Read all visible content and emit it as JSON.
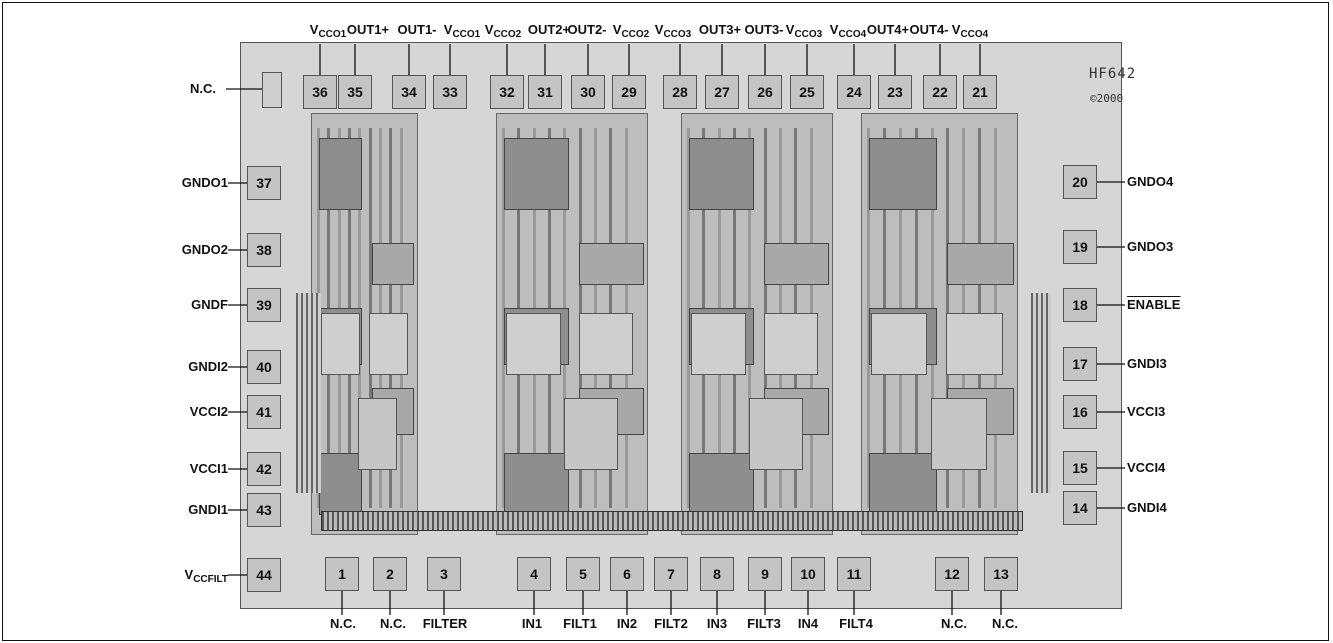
{
  "top_labels": [
    {
      "main": "V",
      "sub": "CCO1",
      "suffix": ""
    },
    {
      "main": "OUT1+",
      "sub": "",
      "suffix": ""
    },
    {
      "main": "OUT1-",
      "sub": "",
      "suffix": ""
    },
    {
      "main": "V",
      "sub": "CCO1",
      "suffix": ""
    },
    {
      "main": "V",
      "sub": "CCO2",
      "suffix": ""
    },
    {
      "main": "OUT2+",
      "sub": "",
      "suffix": ""
    },
    {
      "main": "OUT2-",
      "sub": "",
      "suffix": ""
    },
    {
      "main": "V",
      "sub": "CCO2",
      "suffix": ""
    },
    {
      "main": "V",
      "sub": "CCO3",
      "suffix": ""
    },
    {
      "main": "OUT3+",
      "sub": "",
      "suffix": ""
    },
    {
      "main": "OUT3-",
      "sub": "",
      "suffix": ""
    },
    {
      "main": "V",
      "sub": "CCO3",
      "suffix": ""
    },
    {
      "main": "V",
      "sub": "CCO4",
      "suffix": ""
    },
    {
      "main": "OUT4+",
      "sub": "",
      "suffix": ""
    },
    {
      "main": "OUT4-",
      "sub": "",
      "suffix": ""
    },
    {
      "main": "V",
      "sub": "CCO4",
      "suffix": ""
    }
  ],
  "top_pads": [
    "36",
    "35",
    "34",
    "33",
    "32",
    "31",
    "30",
    "29",
    "28",
    "27",
    "26",
    "25",
    "24",
    "23",
    "22",
    "21"
  ],
  "left_pads": [
    {
      "num": "37",
      "label": "GNDO1"
    },
    {
      "num": "38",
      "label": "GNDO2"
    },
    {
      "num": "39",
      "label": "GNDF"
    },
    {
      "num": "40",
      "label": "GNDI2"
    },
    {
      "num": "41",
      "label": "VCCI2"
    },
    {
      "num": "42",
      "label": "VCCI1"
    },
    {
      "num": "43",
      "label": "GNDI1"
    },
    {
      "num": "44",
      "label": "V",
      "sub": "CCFILT"
    }
  ],
  "nc_top_left": "N.C.",
  "right_pads": [
    {
      "num": "20",
      "label": "GNDO4"
    },
    {
      "num": "19",
      "label": "GNDO3"
    },
    {
      "num": "18",
      "label": "ENABLE",
      "overline": true
    },
    {
      "num": "17",
      "label": "GNDI3"
    },
    {
      "num": "16",
      "label": "VCCI3"
    },
    {
      "num": "15",
      "label": "VCCI4"
    },
    {
      "num": "14",
      "label": "GNDI4"
    }
  ],
  "bottom_pads": [
    {
      "num": "1",
      "label": "N.C."
    },
    {
      "num": "2",
      "label": "N.C."
    },
    {
      "num": "3",
      "label": "FILTER"
    },
    {
      "num": "4",
      "label": "IN1"
    },
    {
      "num": "5",
      "label": "FILT1"
    },
    {
      "num": "6",
      "label": "IN2"
    },
    {
      "num": "7",
      "label": "FILT2"
    },
    {
      "num": "8",
      "label": "IN3"
    },
    {
      "num": "9",
      "label": "FILT3"
    },
    {
      "num": "10",
      "label": "IN4"
    },
    {
      "num": "11",
      "label": "FILT4"
    },
    {
      "num": "12",
      "label": "N.C."
    },
    {
      "num": "13",
      "label": "N.C."
    }
  ],
  "die_marking": "HF642",
  "die_year": "2000",
  "colors": {
    "pad_fill": "#c4c4c4",
    "die_fill": "#d6d6d6",
    "line": "#111111"
  }
}
